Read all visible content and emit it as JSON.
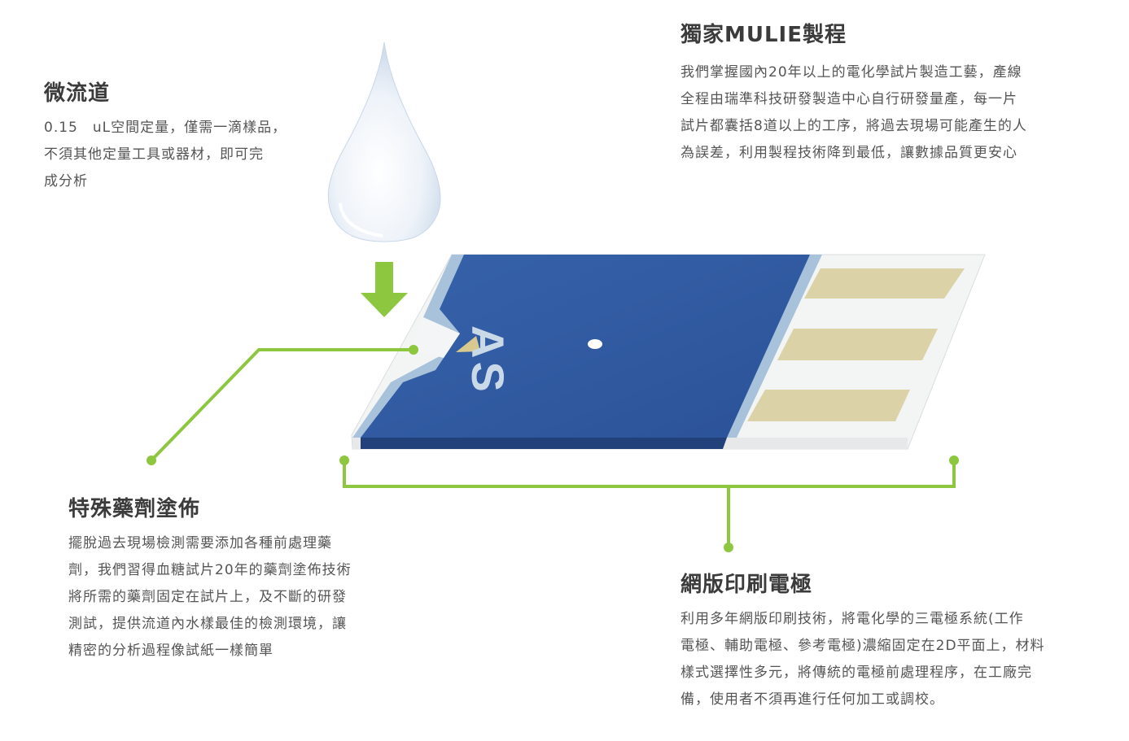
{
  "sections": {
    "microchannel": {
      "title": "微流道",
      "text": "0.15　uL空間定量，僅需一滴樣品，\n不須其他定量工具或器材，即可完\n成分析"
    },
    "process": {
      "title": "獨家MULIE製程",
      "text": "我們掌握國內20年以上的電化學試片製造工藝，產線\n全程由瑞準科技研發製造中心自行研發量產，每一片\n試片都囊括8道以上的工序，將過去現場可能產生的人\n為誤差，利用製程技術降到最低，讓數據品質更安心"
    },
    "coating": {
      "title": "特殊藥劑塗佈",
      "text": "擺脫過去現場檢測需要添加各種前處理藥\n劑，我們習得血糖試片20年的藥劑塗佈技術\n將所需的藥劑固定在試片上，及不斷的研發\n測試，提供流道內水樣最佳的檢測環境，讓\n精密的分析過程像試紙一樣簡單"
    },
    "electrode": {
      "title": "網版印刷電極",
      "text": "利用多年網版印刷技術，將電化學的三電極系統(工作\n電極、輔助電極、參考電極)濃縮固定在2D平面上，材料\n樣式選擇性多元，將傳統的電極前處理程序，在工廠完\n備，使用者不須再進行任何加工或調校。"
    }
  },
  "strip": {
    "logo": "AS"
  },
  "colors": {
    "accent_green": "#8dc63f",
    "strip_blue": "#2f5aa3",
    "electrode_gold": "#dcd2a7",
    "drop_blue": "#dbe6f2"
  },
  "icons": [
    "water-drop-icon",
    "down-arrow-icon"
  ]
}
